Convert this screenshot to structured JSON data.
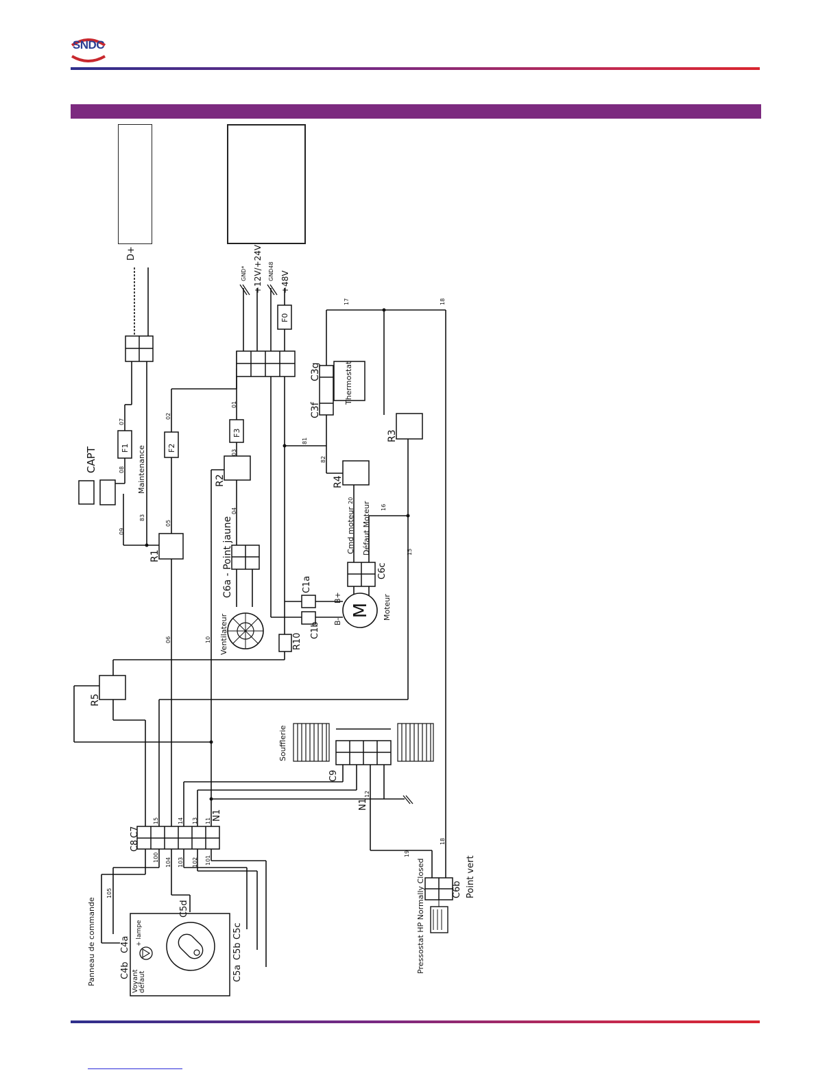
{
  "header": {
    "logo_text": "SNDC",
    "colors": {
      "gradient_start": "#2e2f8c",
      "gradient_mid": "#7a2a82",
      "gradient_end": "#d9262f",
      "section_bar": "#7c2a7f",
      "logo_red": "#c8282e",
      "logo_blue": "#2b3e92"
    }
  },
  "diagram": {
    "labels": {
      "capt": "CAPT",
      "maintenance": "Maintenance",
      "d_plus": "D+",
      "v12_24": "+12V/+24V",
      "v48": "+48V",
      "gnd": "GND*",
      "gnd48": "GND48",
      "f1": "F1",
      "f2": "F2",
      "f3": "F3",
      "f0": "F0",
      "r1": "R1",
      "r2": "R2",
      "r3": "R3",
      "r4": "R4",
      "r5": "R5",
      "r10": "R10",
      "c1a": "C1a",
      "c1b": "C1b",
      "c3f": "C3f",
      "c3g": "C3g",
      "thermostat": "Thermostat",
      "c6a": "C6a - Point jaune",
      "ventilateur": "Ventilateur",
      "cmd_moteur": "Cmd moteur",
      "defaut_moteur": "Défaut Moteur",
      "c6c": "C6c",
      "moteur": "Moteur",
      "b_plus": "B+",
      "b_minus": "B-",
      "m": "M",
      "soufflerie": "Soufflerie",
      "c9": "C9",
      "n1": "N1",
      "c7": "C7",
      "c8": "C8",
      "panneau": "Panneau de commande",
      "c4a": "C4a",
      "c4b": "C4b",
      "lampe": "+ lampe",
      "voyant": "Voyant",
      "defaut": "défaut",
      "c5a": "C5a",
      "c5b": "C5b",
      "c5c": "C5c",
      "c5d": "C5d",
      "pressostat": "Pressostat HP Normally Closed",
      "c6b": "C6b",
      "point_vert": "Point vert"
    },
    "wire_numbers": [
      "01",
      "02",
      "03",
      "04",
      "05",
      "06",
      "07",
      "08",
      "09",
      "10",
      "11",
      "12",
      "13",
      "14",
      "15",
      "16",
      "17",
      "18",
      "19",
      "20",
      "81",
      "82",
      "83",
      "100",
      "101",
      "102",
      "103",
      "104",
      "105"
    ]
  }
}
